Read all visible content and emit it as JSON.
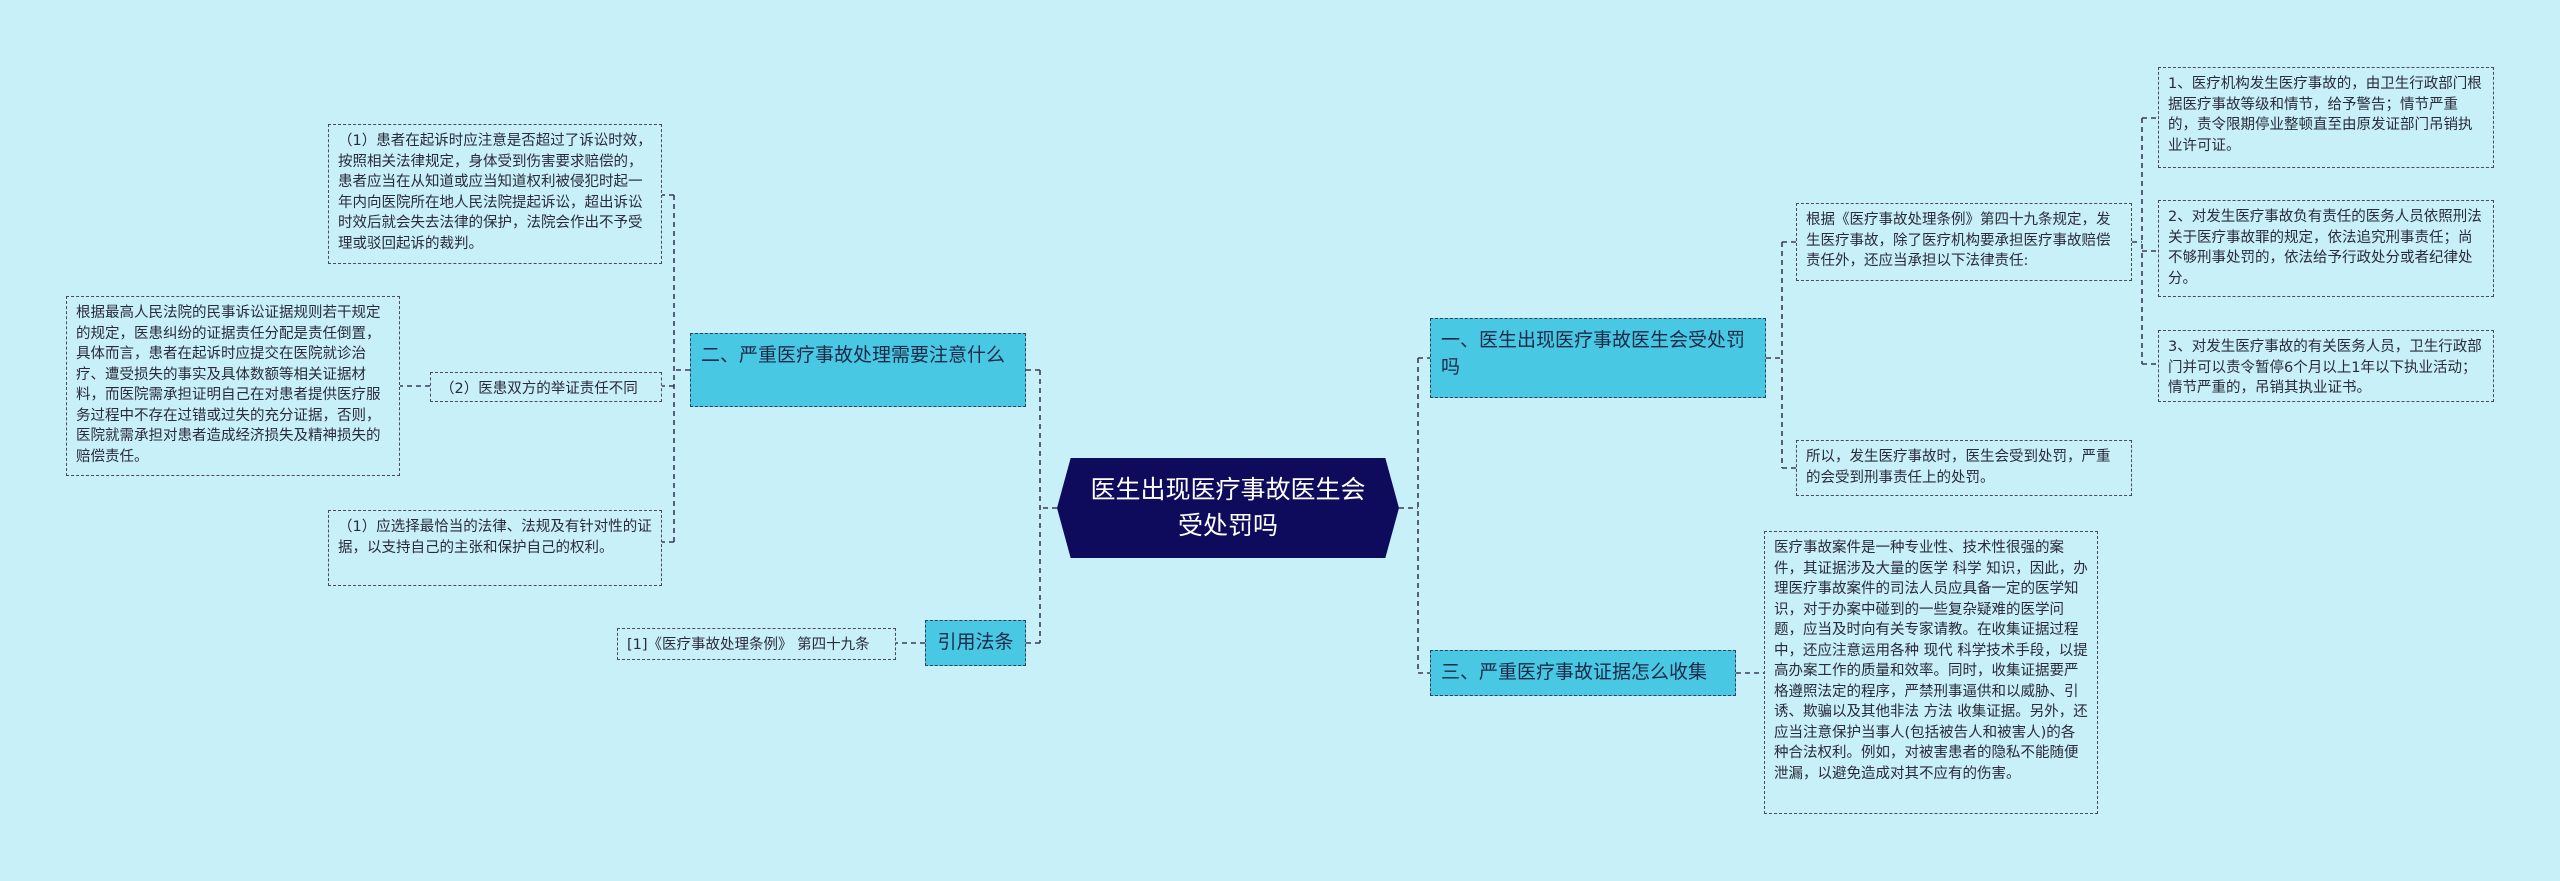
{
  "colors": {
    "background": "#c8f0f8",
    "root": "#0e0a5c",
    "branch": "#48c8e2",
    "line": "#3a3a5a"
  },
  "root": "医生出现医疗事故医生会受处罚吗",
  "branches": {
    "b1": {
      "label": "一、医生出现医疗事故医生会受处罚吗",
      "intro": "根据《医疗事故处理条例》第四十九条规定，发生医疗事故，除了医疗机构要承担医疗事故赔偿责任外，还应当承担以下法律责任:",
      "items": [
        "1、医疗机构发生医疗事故的，由卫生行政部门根据医疗事故等级和情节，给予警告；情节严重的，责令限期停业整顿直至由原发证部门吊销执业许可证。",
        "2、对发生医疗事故负有责任的医务人员依照刑法关于医疗事故罪的规定，依法追究刑事责任；尚不够刑事处罚的，依法给予行政处分或者纪律处分。",
        "3、对发生医疗事故的有关医务人员，卫生行政部门并可以责令暂停6个月以上1年以下执业活动；情节严重的，吊销其执业证书。"
      ],
      "conclusion": "所以，发生医疗事故时，医生会受到处罚，严重的会受到刑事责任上的处罚。"
    },
    "b2": {
      "label": "二、严重医疗事故处理需要注意什么",
      "item1": "（1）患者在起诉时应注意是否超过了诉讼时效，按照相关法律规定，身体受到伤害要求赔偿的，患者应当在从知道或应当知道权利被侵犯时起一年内向医院所在地人民法院提起诉讼，超出诉讼时效后就会失去法律的保护，法院会作出不予受理或驳回起诉的裁判。",
      "item2": "（2）医患双方的举证责任不同",
      "item2_detail": "根据最高人民法院的民事诉讼证据规则若干规定的规定，医患纠纷的证据责任分配是责任倒置，具体而言，患者在起诉时应提交在医院就诊治疗、遭受损失的事实及具体数额等相关证据材料，而医院需承担证明自己在对患者提供医疗服务过程中不存在过错或过失的充分证据，否则，医院就需承担对患者造成经济损失及精神损失的赔偿责任。",
      "item3": "（1）应选择最恰当的法律、法规及有针对性的证据，以支持自己的主张和保护自己的权利。"
    },
    "b3": {
      "label": "三、严重医疗事故证据怎么收集",
      "detail": "医疗事故案件是一种专业性、技术性很强的案件，其证据涉及大量的医学 科学 知识，因此，办理医疗事故案件的司法人员应具备一定的医学知识，对于办案中碰到的一些复杂疑难的医学问题，应当及时向有关专家请教。在收集证据过程中，还应注意运用各种 现代 科学技术手段，以提高办案工作的质量和效率。同时，收集证据要严格遵照法定的程序，严禁刑事逼供和以威胁、引诱、欺骗以及其他非法 方法 收集证据。另外，还应当注意保护当事人(包括被告人和被害人)的各种合法权利。例如，对被害患者的隐私不能随便泄漏，以避免造成对其不应有的伤害。"
    },
    "b4": {
      "label": "引用法条",
      "detail": "[1]《医疗事故处理条例》 第四十九条"
    }
  }
}
